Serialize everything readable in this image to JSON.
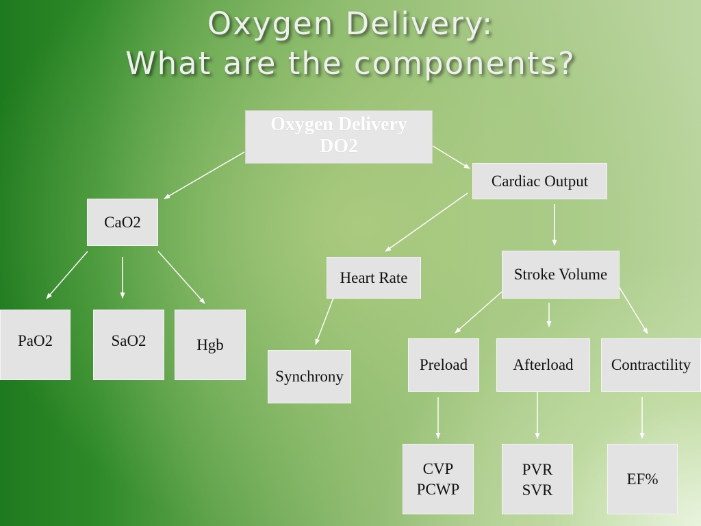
{
  "title": {
    "line1": "Oxygen Delivery:",
    "line2": "What are the components?"
  },
  "nodes": {
    "root": {
      "line1": "Oxygen Delivery",
      "line2": "DO2"
    },
    "cardiac_output": "Cardiac Output",
    "cao2": "CaO2",
    "heart_rate": "Heart Rate",
    "stroke_volume": "Stroke Volume",
    "pao2": "PaO2",
    "sao2": "SaO2",
    "hgb": "Hgb",
    "synchrony": "Synchrony",
    "preload": "Preload",
    "afterload": "Afterload",
    "contractility": "Contractility",
    "cvp_pcwp": {
      "line1": "CVP",
      "line2": "PCWP"
    },
    "pvr_svr": {
      "line1": "PVR",
      "line2": "SVR"
    },
    "ef": "EF%"
  },
  "colors": {
    "background_dark": "#1e7a1e",
    "background_light": "#e8f2de",
    "box_fill": "#e3e3e3",
    "arrow": "#ffffff"
  }
}
